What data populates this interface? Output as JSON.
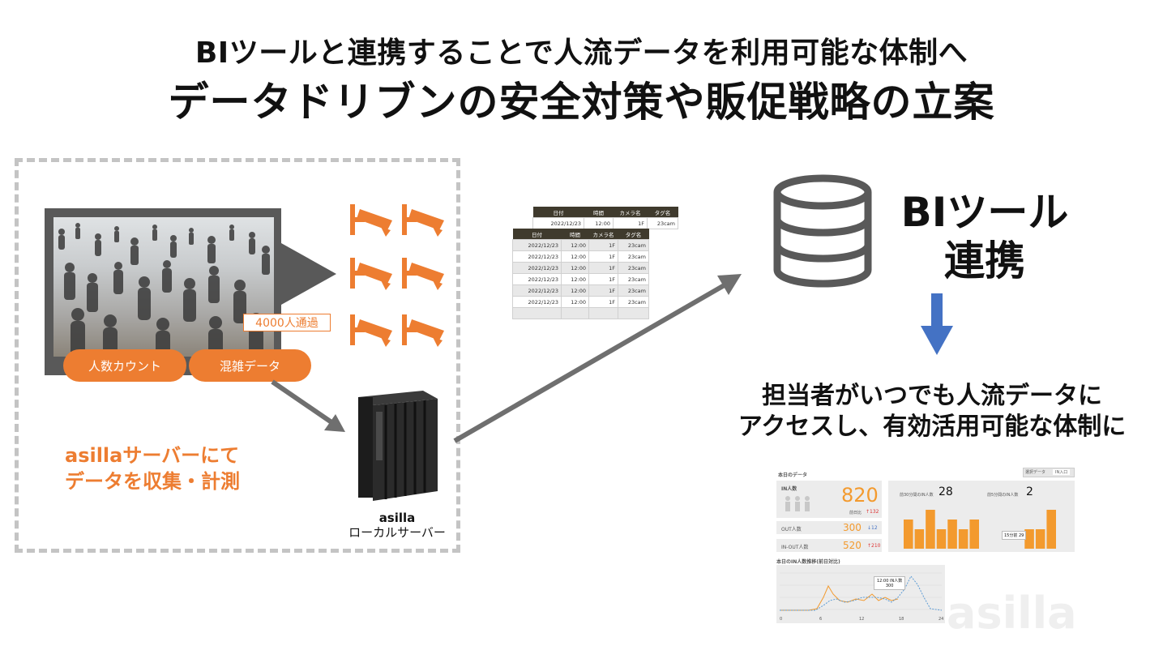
{
  "header": {
    "line1": "BIツールと連携することで人流データを利用可能な体制へ",
    "line2": "データドリブンの安全対策や販促戦略の立案"
  },
  "left_panel": {
    "callout": "4000人通過",
    "pill_count": "人数カウント",
    "pill_congestion": "混雑データ",
    "collect_line1": "asillaサーバーにて",
    "collect_line2": "データを収集・計測",
    "server_name": "asilla",
    "server_type": "ローカルサーバー"
  },
  "table": {
    "headers": [
      "日付",
      "時間",
      "カメラ名",
      "タグ名"
    ],
    "back_row": [
      "2022/12/23",
      "12:00",
      "1F",
      "23cam"
    ],
    "rows": [
      [
        "2022/12/23",
        "12:00",
        "1F",
        "23cam"
      ],
      [
        "2022/12/23",
        "12:00",
        "1F",
        "23cam"
      ],
      [
        "2022/12/23",
        "12:00",
        "1F",
        "23cam"
      ],
      [
        "2022/12/23",
        "12:00",
        "1F",
        "23cam"
      ],
      [
        "2022/12/23",
        "12:00",
        "1F",
        "23cam"
      ],
      [
        "2022/12/23",
        "12:00",
        "1F",
        "23cam"
      ],
      [
        "",
        "",
        "",
        ""
      ]
    ]
  },
  "bi": {
    "line1": "BIツール",
    "line2": "連携",
    "desc_line1": "担当者がいつでも人流データに",
    "desc_line2": "アクセスし、有効活用可能な体制に"
  },
  "dashboard": {
    "title": "本日のデータ",
    "filter_label": "選択データ",
    "filter_value": "IN入口",
    "in_label": "IN人数",
    "in_value": "820",
    "in_prev_label": "前日比",
    "in_prev_value": "↑132",
    "out_label": "OUT人数",
    "out_value": "300",
    "out_delta": "↓12",
    "diff_label": "IN-OUT人数",
    "diff_value": "520",
    "diff_delta": "↑210",
    "peak_label_1": "前30分間のIN人数",
    "peak_value_1": "28",
    "peak_label_2": "前5分間のIN人数",
    "peak_value_2": "2",
    "bar_tooltip": "15分前 29",
    "bar_values": [
      3,
      2,
      4,
      2,
      3,
      2,
      3,
      0,
      0,
      0,
      0,
      2,
      2,
      4
    ],
    "trend_title": "本日のIN人数推移(前日対比)",
    "trend_tooltip_1": "12:00 IN人数",
    "trend_tooltip_2": "300",
    "x_ticks": [
      "0",
      "6",
      "12",
      "18",
      "24"
    ],
    "accent": "#f39a2e"
  },
  "watermark": "asilla",
  "colors": {
    "orange": "#ed7d31",
    "arrow_blue": "#4472c4",
    "gray_arrow": "#6f6f6f"
  }
}
